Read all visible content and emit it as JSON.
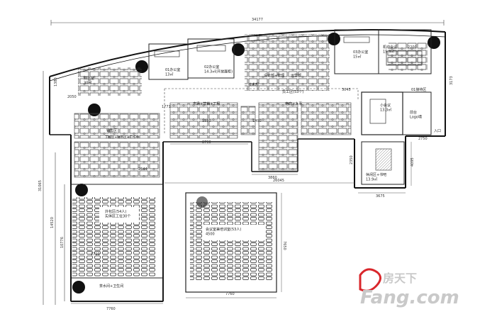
{
  "dimensions": {
    "top_overall": "34177",
    "left_overall": "31065",
    "left_lower": "14520",
    "left_inner": "10776",
    "bottom_left": "7760",
    "inset_bottom": "7760",
    "inset_right": "7650",
    "mid_run": "8790",
    "mid_run_2": "26045",
    "center_small": "3860",
    "right_box": "3675",
    "right_vert": "4095",
    "right_vert_2": "2350",
    "right_top": "3173",
    "row_a": "1880",
    "row_b": "1490",
    "row_c": "1710",
    "row_d": "2544",
    "row_e": "3045",
    "row_f": "2200",
    "row_g": "2750",
    "misc_1": "1380",
    "misc_2": "2050",
    "misc_3": "1771"
  },
  "rooms": {
    "finance": "财务室\n30㎡",
    "office_01": "01办公室\n13㎡",
    "office_02": "02办公室\n14.3㎡(开放展柜)",
    "office_03": "03办公室\n15㎡",
    "meeting_top": "机动会议\n15.9㎡",
    "staff_area": "员工区(53个)",
    "design_mgmt": "设计部+管理",
    "ops": "运营部",
    "tech": "技术部",
    "electrical": "电商+人事",
    "pm_area": "市场+营销+工程",
    "sales": "销售区",
    "engineering": "工程区+财务区+工作中",
    "outsource": "外包区(54人)\n实体区工位30个",
    "small_meet": "小会议\n13.3㎡",
    "reception": "前台\nLogo墙",
    "lounge": "休闲区+书吧\n13.9㎡",
    "tea": "茶水间+卫生间",
    "training": "会议室兼培训室(53人)\n4500",
    "lobby_tag": "01接待区",
    "door_mark": "入口"
  },
  "watermark": {
    "cn": "房天下",
    "en": "Fang.com"
  },
  "colors": {
    "line": "#1a1a1a",
    "accent": "#d9262b"
  }
}
